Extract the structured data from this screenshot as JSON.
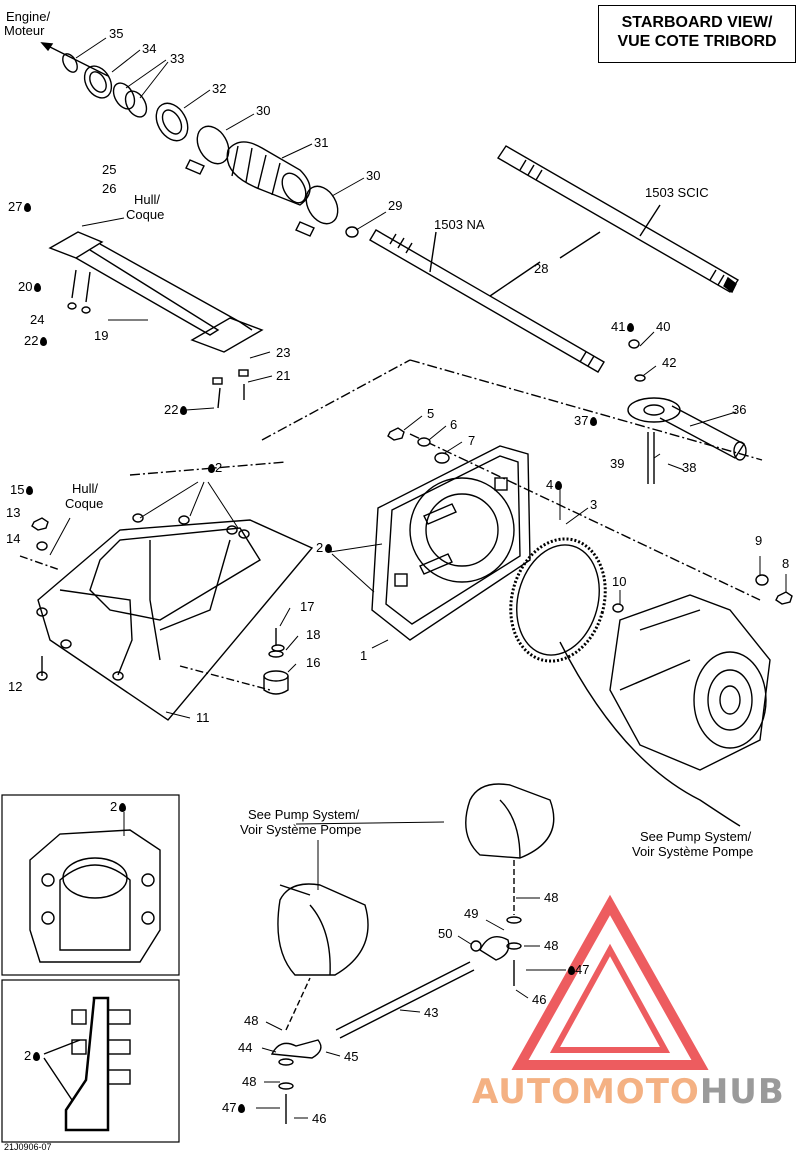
{
  "header": {
    "title_line1": "STARBOARD VIEW/",
    "title_line2": "VUE COTE TRIBORD"
  },
  "labels": {
    "engine": "Engine/",
    "moteur": "Moteur",
    "hull1": "Hull/",
    "coque1": "Coque",
    "hull2": "Hull/",
    "coque2": "Coque",
    "scic": "1503 SCIC",
    "na": "1503 NA",
    "see_pump_1a": "See Pump System/",
    "see_pump_1b": "Voir Système Pompe",
    "see_pump_2a": "See Pump System/",
    "see_pump_2b": "Voir Système Pompe"
  },
  "callouts": {
    "c35": "35",
    "c34": "34",
    "c33": "33",
    "c32": "32",
    "c30a": "30",
    "c31": "31",
    "c30b": "30",
    "c29": "29",
    "c25": "25",
    "c26": "26",
    "c27": "27",
    "c20": "20",
    "c24": "24",
    "c22a": "22",
    "c19": "19",
    "c23": "23",
    "c21": "21",
    "c22b": "22",
    "c28": "28",
    "c41": "41",
    "c40": "40",
    "c42": "42",
    "c37": "37",
    "c36": "36",
    "c39": "39",
    "c38": "38",
    "c5": "5",
    "c6": "6",
    "c7": "7",
    "c4": "4",
    "c3": "3",
    "c2a": "2",
    "c15": "15",
    "c13": "13",
    "c14": "14",
    "c2b": "2",
    "c9": "9",
    "c8": "8",
    "c10": "10",
    "c17": "17",
    "c18": "18",
    "c16": "16",
    "c1": "1",
    "c12": "12",
    "c11": "11",
    "c2c": "2",
    "c2d": "2",
    "c48a": "48",
    "c49": "49",
    "c50": "50",
    "c48b": "48",
    "c47a": "47",
    "c46a": "46",
    "c43": "43",
    "c48c": "48",
    "c44": "44",
    "c45": "45",
    "c48d": "48",
    "c47b": "47",
    "c46b": "46"
  },
  "watermark": {
    "part1": "AUTOMOTO",
    "part2": "HUB"
  },
  "drawing_code": "21J0906-07",
  "colors": {
    "line": "#000000",
    "watermark_triangle": "#e8262a",
    "watermark_text1": "#f4b183",
    "watermark_text2": "#9a9a9a"
  }
}
